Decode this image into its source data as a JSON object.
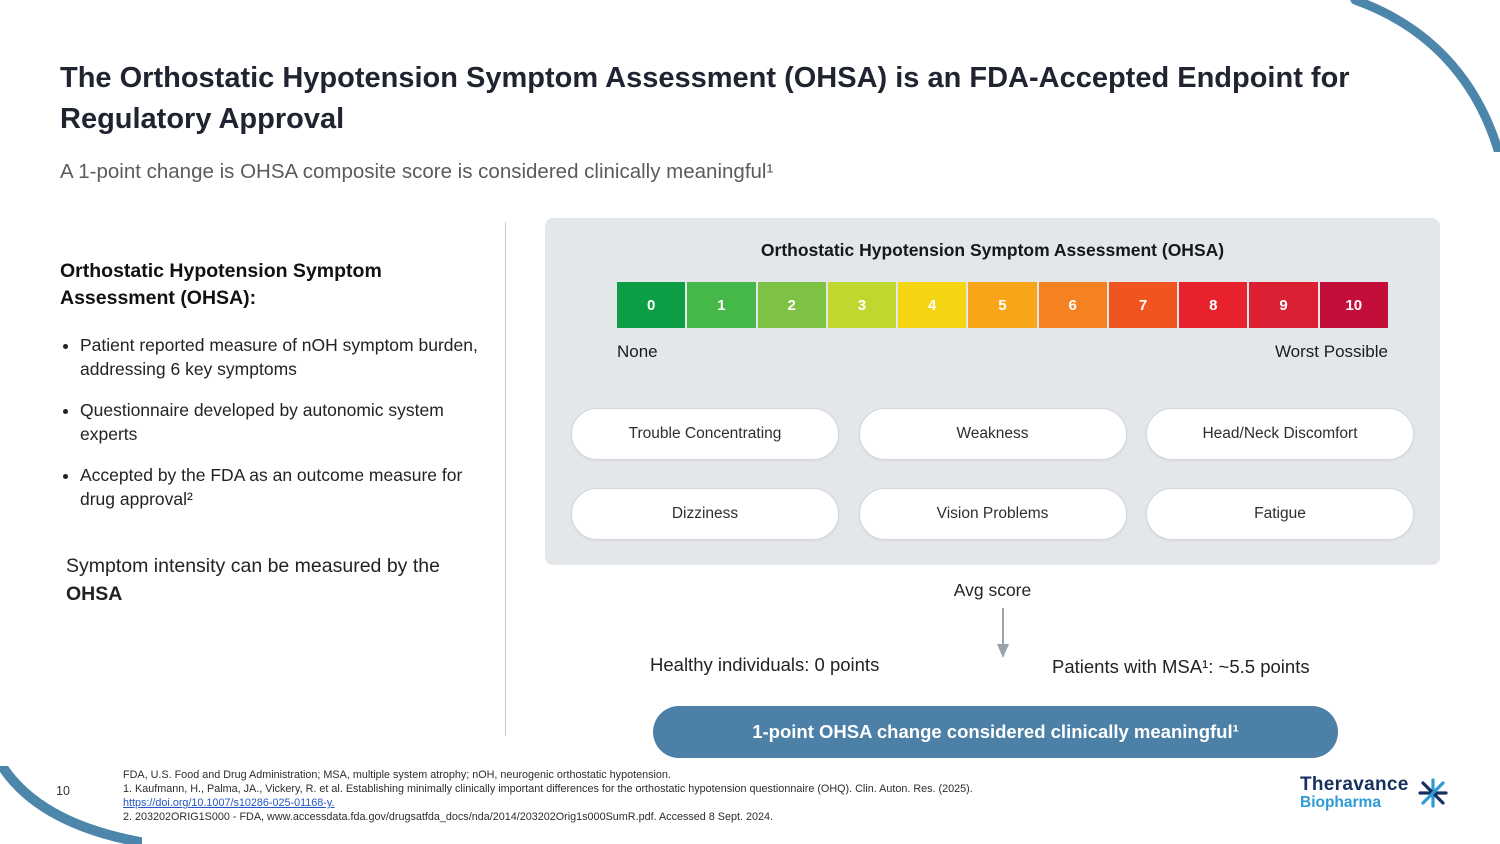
{
  "slide": {
    "title": "The Orthostatic Hypotension Symptom Assessment (OHSA) is an FDA-Accepted Endpoint for Regulatory Approval",
    "subtitle": "A 1-point change is OHSA composite score is considered clinically meaningful¹"
  },
  "left": {
    "heading": "Orthostatic Hypotension Symptom Assessment (OHSA):",
    "bullets": [
      "Patient reported measure of nOH symptom burden, addressing 6 key symptoms",
      "Questionnaire developed by autonomic system experts",
      "Accepted by the FDA as an outcome measure for drug approval²"
    ],
    "summary_prefix": "Symptom intensity can be measured by the ",
    "summary_bold": "OHSA"
  },
  "panel": {
    "title": "Orthostatic Hypotension Symptom Assessment (OHSA)",
    "scale": {
      "values": [
        "0",
        "1",
        "2",
        "3",
        "4",
        "5",
        "6",
        "7",
        "8",
        "9",
        "10"
      ],
      "colors": [
        "#0d9e45",
        "#46b749",
        "#7dc242",
        "#c0d72f",
        "#f4d511",
        "#f9a51a",
        "#f58220",
        "#f1551f",
        "#e8232d",
        "#da2032",
        "#c40e3a"
      ],
      "left_label": "None",
      "right_label": "Worst Possible"
    },
    "symptoms": [
      "Trouble Concentrating",
      "Weakness",
      "Head/Neck Discomfort",
      "Dizziness",
      "Vision Problems",
      "Fatigue"
    ]
  },
  "avg": {
    "label": "Avg score",
    "healthy": "Healthy individuals: 0 points",
    "msa": "Patients with MSA¹: ~5.5 points"
  },
  "banner": {
    "text": "1-point OHSA change considered clinically meaningful¹"
  },
  "footer": {
    "page_number": "10",
    "line1": "FDA, U.S. Food and Drug Administration; MSA, multiple system atrophy; nOH, neurogenic orthostatic hypotension.",
    "line2": "1. Kaufmann, H., Palma, JA., Vickery, R. et al. Establishing minimally clinically important differences for the orthostatic hypotension questionnaire (OHQ). Clin. Auton. Res. (2025).",
    "link": "https://doi.org/10.1007/s10286-025-01168-y.",
    "line3": "2. 203202ORIG1S000 - FDA, www.accessdata.fda.gov/drugsatfda_docs/nda/2014/203202Orig1s000SumR.pdf. Accessed 8 Sept. 2024."
  },
  "logo": {
    "line1": "Theravance",
    "line2": "Biopharma"
  },
  "colors": {
    "accent_blue": "#4d86ab",
    "banner_bg": "#4d80a7",
    "panel_bg": "#e4e7ea",
    "link_blue": "#2457c5",
    "logo_navy": "#16315e",
    "logo_blue": "#2e9bd5"
  }
}
